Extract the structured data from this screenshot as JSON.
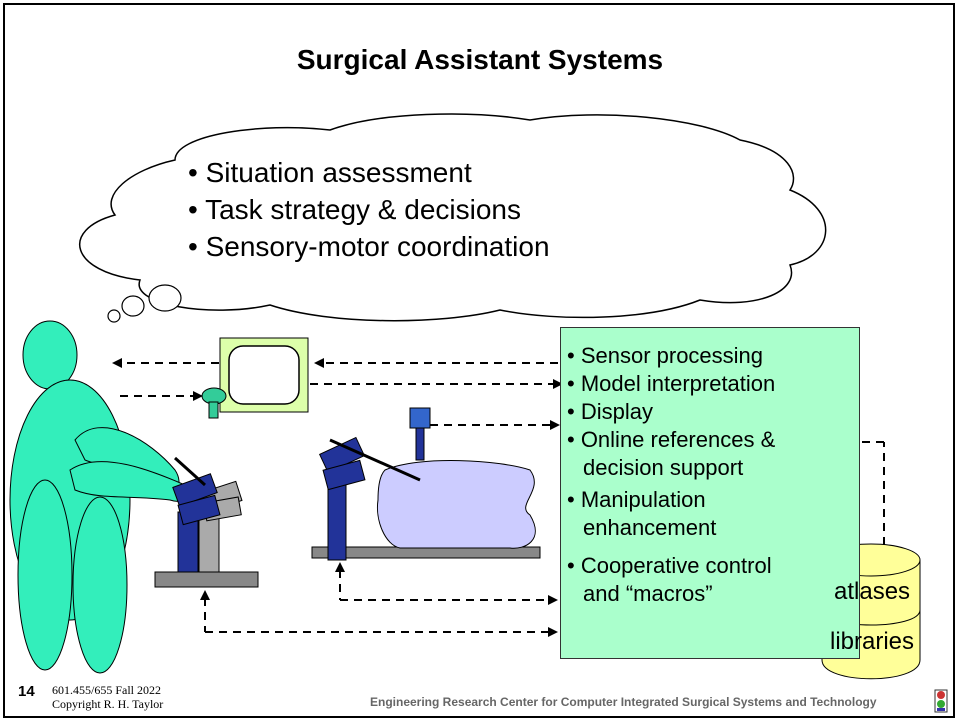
{
  "slide": {
    "title": "Surgical Assistant Systems",
    "page_number": "14",
    "course": "601.455/655 Fall 2022",
    "copyright": "Copyright R. H. Taylor",
    "footer": "Engineering Research Center for Computer Integrated Surgical Systems and Technology"
  },
  "cloud": {
    "items": [
      "• Situation assessment",
      "• Task strategy & decisions",
      "• Sensory-motor coordination"
    ]
  },
  "functions": {
    "items": [
      "• Sensor processing",
      "• Model interpretation",
      "• Display",
      "• Online references &",
      "  decision support",
      "• Manipulation",
      "  enhancement",
      "• Cooperative control",
      "  and “macros”"
    ]
  },
  "database": {
    "top_label": "atlases",
    "bottom_label": "libraries"
  },
  "colors": {
    "person": "#33eebb",
    "monitor": "#ddffaa",
    "function_box": "#aaffcc",
    "database": "#ffff99",
    "tissue": "#ccccff",
    "robot": "#223399",
    "robot_gray": "#999999",
    "base": "#888888"
  }
}
